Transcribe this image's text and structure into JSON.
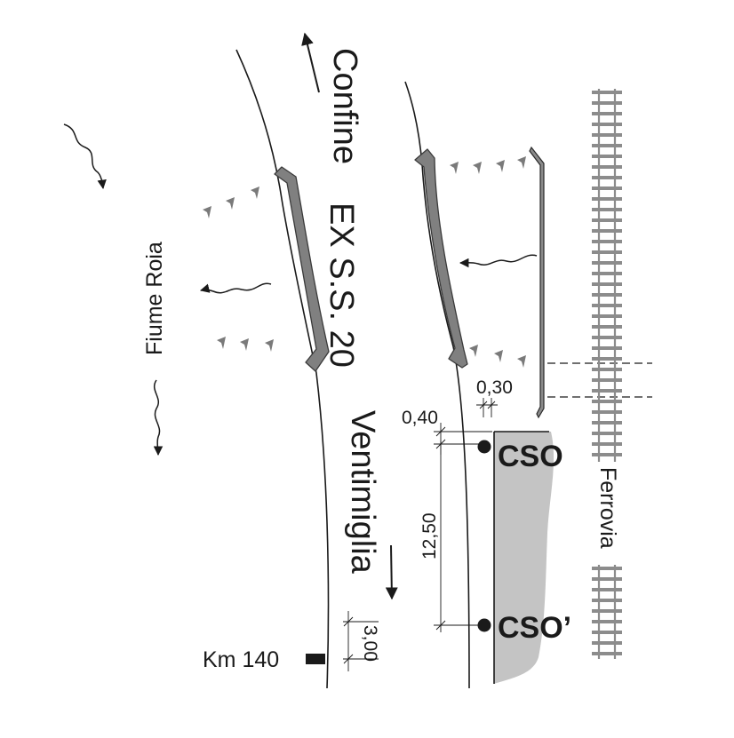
{
  "labels": {
    "confine": "Confine",
    "road": "EX S.S. 20",
    "ventimiglia": "Ventimiglia",
    "river": "Fiume Roia",
    "railway": "Ferrovia",
    "km": "Km 140",
    "cso": "CSO",
    "cso_prime": "CSO’"
  },
  "dimensions": {
    "d030": "0,30",
    "d040": "0,40",
    "d1250": "12,50",
    "d300": "3,00"
  },
  "colors": {
    "line": "#1a1a1a",
    "barrier": "#808080",
    "zone": "#c4c4c4",
    "rail": "#8c8c8c",
    "tick": "#7a7a7a"
  }
}
